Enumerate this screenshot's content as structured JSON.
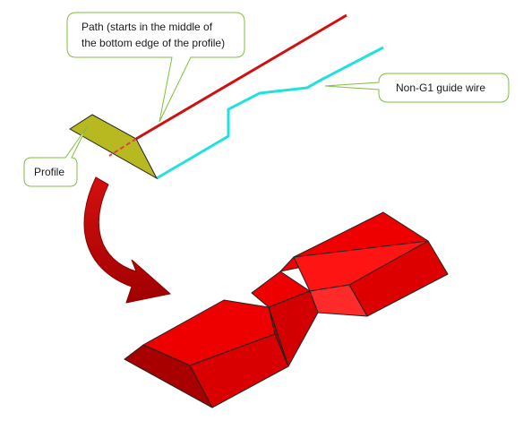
{
  "callouts": {
    "path": {
      "line1": "Path (starts in the middle of",
      "line2": "the bottom edge of the profile)"
    },
    "guide": {
      "label": "Non-G1 guide wire"
    },
    "profile": {
      "label": "Profile"
    }
  },
  "colors": {
    "path": "#d01010",
    "guide": "#22e0e0",
    "profile_fill": "#b8b820",
    "callout_border": "#7fbf3f",
    "arrow": "#b00000",
    "solid_top": "#ff1010",
    "solid_side": "#d40000",
    "solid_dark": "#a80000"
  }
}
